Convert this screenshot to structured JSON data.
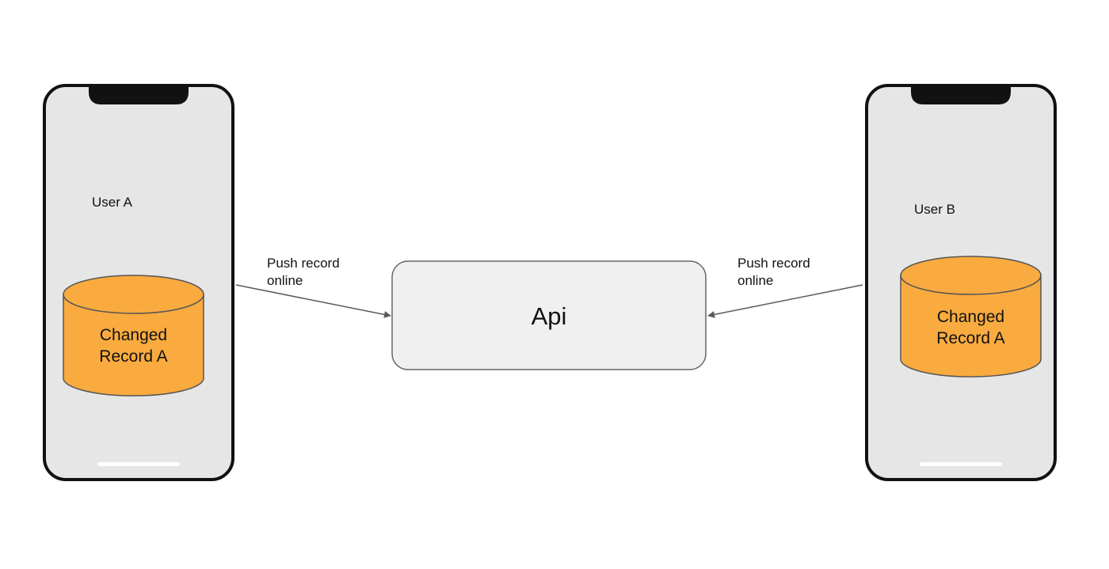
{
  "colors": {
    "background": "#ffffff",
    "phone_frame": "#111111",
    "phone_screen": "#e6e6e6",
    "home_indicator": "#ffffff",
    "database_fill": "#f9ab3f",
    "database_stroke": "#555555",
    "api_fill": "#f0f0f0",
    "api_stroke": "#666666",
    "arrow": "#5a5a5a"
  },
  "left_phone": {
    "user_label": "User A",
    "database": {
      "line1": "Changed",
      "line2": "Record A"
    }
  },
  "right_phone": {
    "user_label": "User B",
    "database": {
      "line1": "Changed",
      "line2": "Record A"
    }
  },
  "api": {
    "label": "Api"
  },
  "left_arrow": {
    "line1": "Push record",
    "line2": "online"
  },
  "right_arrow": {
    "line1": "Push record",
    "line2": "online"
  }
}
